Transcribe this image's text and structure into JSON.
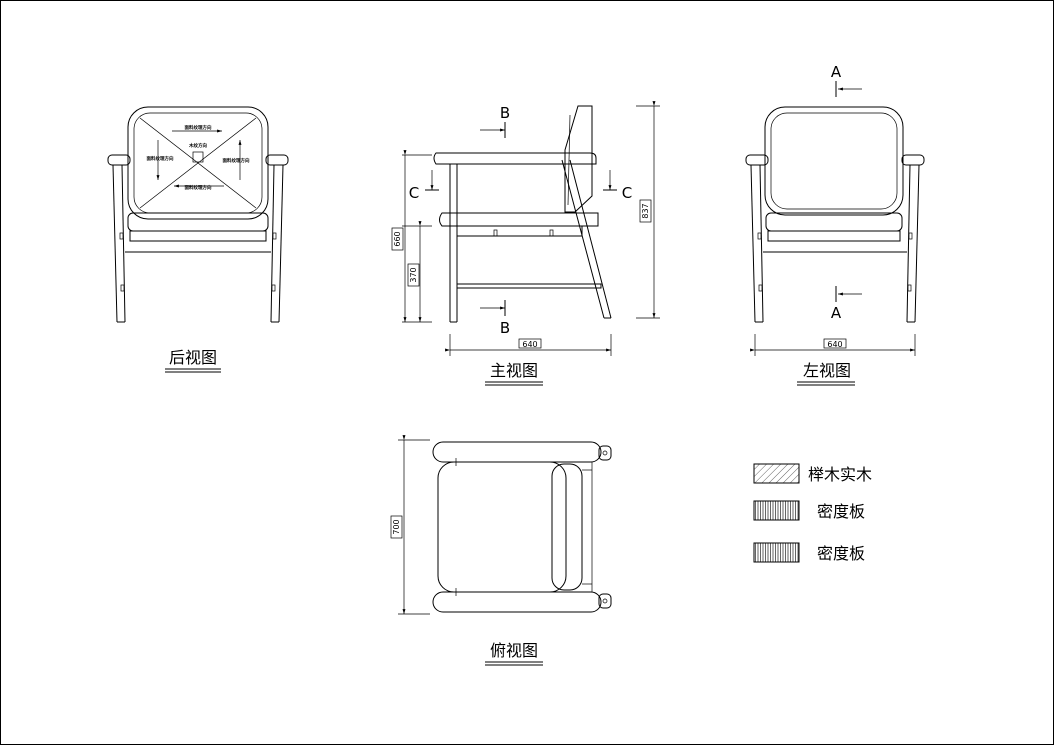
{
  "views": {
    "rear": {
      "title": "后视图"
    },
    "front": {
      "title": "主视图"
    },
    "left": {
      "title": "左视图"
    },
    "top": {
      "title": "俯视图"
    }
  },
  "dimensions": {
    "width": "640",
    "height_total": "837",
    "height_arm": "660",
    "height_seat": "370",
    "depth": "700"
  },
  "section_marks": {
    "a": "A",
    "b": "B",
    "c": "C"
  },
  "rear_notes": {
    "top": "面料纹理方向",
    "left": "面料纹理方向",
    "right": "面料纹理方向",
    "bottom": "面料纹理方向",
    "center": "木纹方向"
  },
  "legend": [
    {
      "label": "榉木实木",
      "pattern": "diagonal"
    },
    {
      "label": "密度板",
      "pattern": "vertical"
    },
    {
      "label": "密度板",
      "pattern": "vertical"
    }
  ]
}
